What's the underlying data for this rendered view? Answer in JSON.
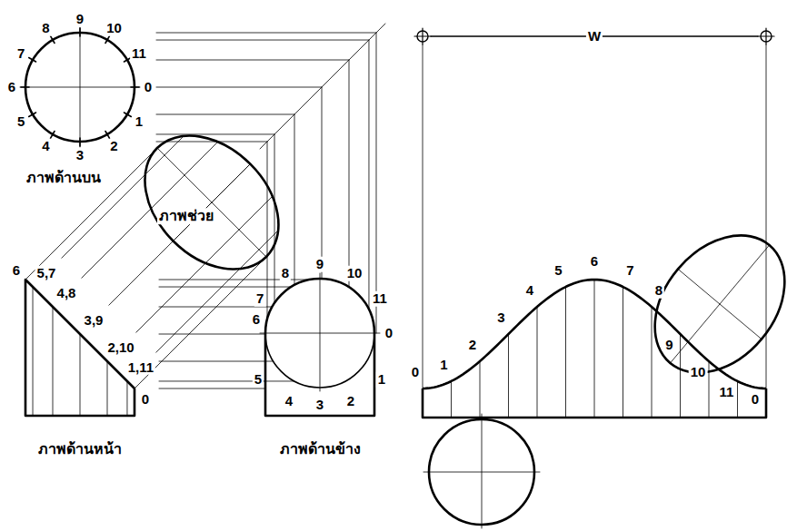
{
  "diagram": {
    "labels": [
      "0",
      "1",
      "2",
      "3",
      "4",
      "5",
      "6",
      "7",
      "8",
      "9",
      "10",
      "11",
      "ภาพด้านบน",
      "ภาพช่วย",
      "6",
      "5,7",
      "4,8",
      "3,9",
      "2,10",
      "1,11",
      "0",
      "0",
      "1",
      "2",
      "3",
      "4",
      "5",
      "6",
      "7",
      "8",
      "9",
      "10",
      "11",
      "W",
      "0",
      "1",
      "2",
      "3",
      "4",
      "5",
      "6",
      "7",
      "8",
      "9",
      "10",
      "11",
      "0",
      "ภาพด้านหน้า",
      "ภาพด้านข้าง"
    ]
  }
}
